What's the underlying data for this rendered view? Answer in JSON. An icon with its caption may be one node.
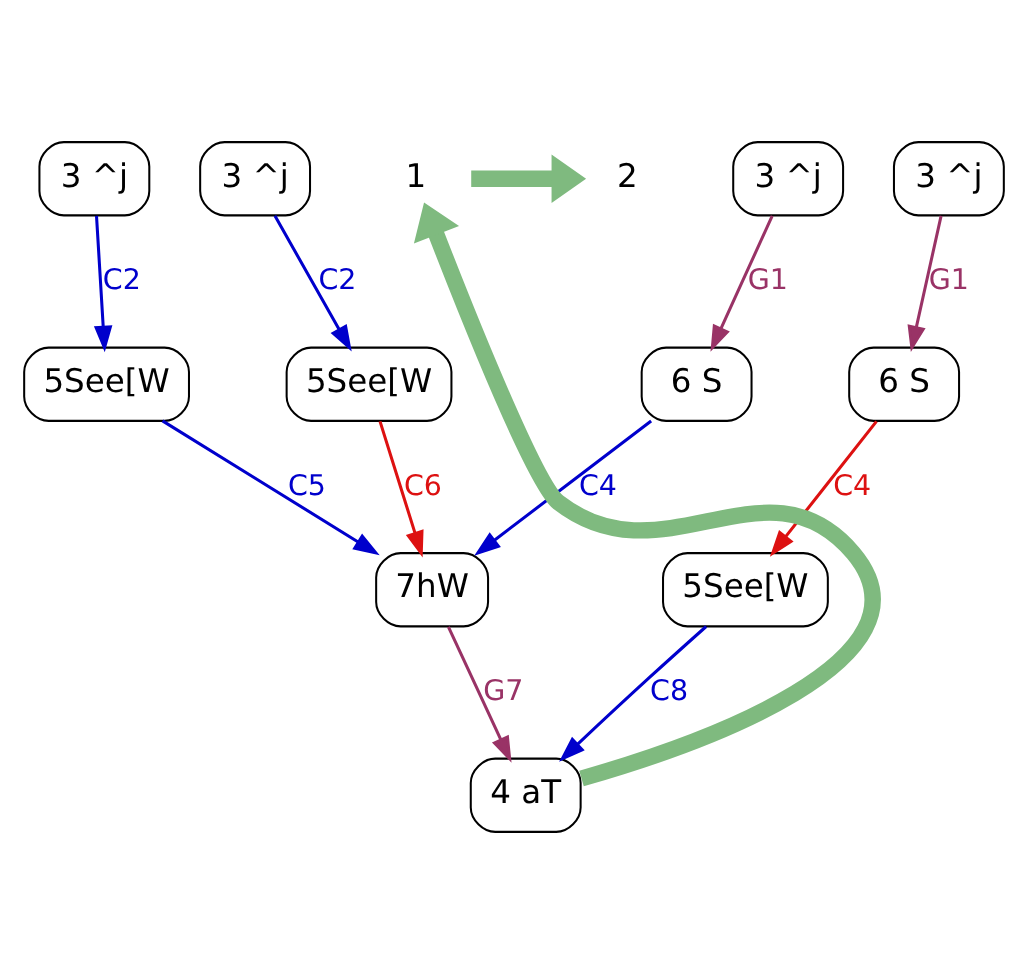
{
  "diagram": {
    "nodes": [
      {
        "text": [
          "3 ^j"
        ]
      },
      {
        "text": [
          "3 ^j"
        ]
      },
      {
        "text": [
          "3 ^j"
        ]
      },
      {
        "text": [
          "2"
        ]
      },
      {
        "text": [
          "1"
        ]
      },
      {
        "text": [
          "3 ^j"
        ]
      },
      {
        "text": [
          "6 S"
        ]
      },
      {
        "text": [
          "5See[W"
        ]
      },
      {
        "text": [
          "5See[W"
        ]
      },
      {
        "text": [
          "6 S"
        ]
      },
      {
        "text": [
          "7hW"
        ]
      },
      {
        "text": [
          "5See[W"
        ]
      },
      {
        "text": [
          "4 aT"
        ]
      }
    ],
    "edges": [
      {
        "from": 0,
        "to": 6,
        "arrow": "to",
        "label": "G1",
        "color": "#993366"
      },
      {
        "from": 1,
        "to": 7,
        "arrow": "to",
        "label": "C2"
      },
      {
        "from": 2,
        "to": 8,
        "arrow": "to",
        "label": "C2"
      },
      {
        "from": 5,
        "to": 9,
        "arrow": "to",
        "label": "G1",
        "color": "#993366"
      },
      {
        "from": 6,
        "to": 10,
        "arrow": "to",
        "label": "C4"
      },
      {
        "from": 7,
        "to": 10,
        "arrow": "to",
        "label": "C5"
      },
      {
        "from": 8,
        "to": 10,
        "arrow": "to",
        "label": "C6",
        "color": "#dd1111"
      },
      {
        "from": 9,
        "to": 11,
        "arrow": "to",
        "label": "C4",
        "color": "#dd1111"
      },
      {
        "from": 10,
        "to": 12,
        "arrow": "to",
        "label": "G7",
        "color": "#993366"
      },
      {
        "from": 11,
        "to": 12,
        "arrow": "to",
        "label": "C8"
      },
      {
        "from": 4,
        "to": 3,
        "arrow": "to",
        "style": "thick",
        "color": "#7fba7f"
      },
      {
        "from": 12,
        "to": 4,
        "arrow": "to",
        "style": "thick",
        "color": "#7fba7f"
      }
    ]
  }
}
